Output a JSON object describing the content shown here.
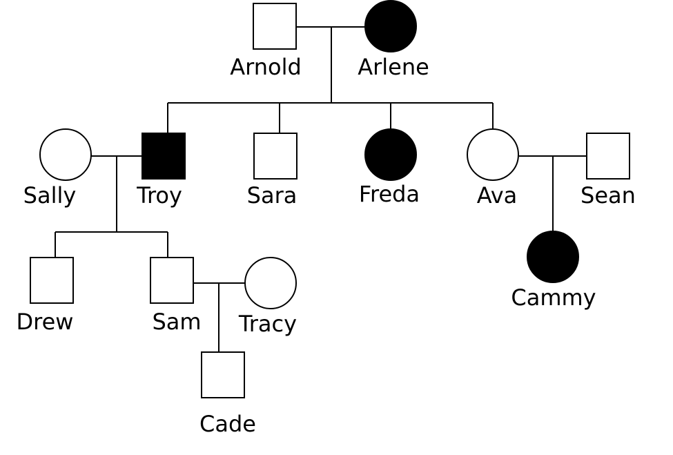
{
  "legend": {
    "affected_color": "#000000",
    "unaffected_color": "#ffffff"
  },
  "people": [
    {
      "id": "arnold",
      "name": "Arnold",
      "sex": "male",
      "affected": false
    },
    {
      "id": "arlene",
      "name": "Arlene",
      "sex": "female",
      "affected": true
    },
    {
      "id": "sally",
      "name": "Sally",
      "sex": "female",
      "affected": false
    },
    {
      "id": "troy",
      "name": "Troy",
      "sex": "male",
      "affected": true
    },
    {
      "id": "sara",
      "name": "Sara",
      "sex": "male",
      "affected": false
    },
    {
      "id": "freda",
      "name": "Freda",
      "sex": "female",
      "affected": true
    },
    {
      "id": "ava",
      "name": "Ava",
      "sex": "female",
      "affected": false
    },
    {
      "id": "sean",
      "name": "Sean",
      "sex": "male",
      "affected": false
    },
    {
      "id": "drew",
      "name": "Drew",
      "sex": "male",
      "affected": false
    },
    {
      "id": "sam",
      "name": "Sam",
      "sex": "male",
      "affected": false
    },
    {
      "id": "tracy",
      "name": "Tracy",
      "sex": "female",
      "affected": false
    },
    {
      "id": "cammy",
      "name": "Cammy",
      "sex": "female",
      "affected": true
    },
    {
      "id": "cade",
      "name": "Cade",
      "sex": "male",
      "affected": false
    }
  ],
  "couples": [
    {
      "partners": [
        "arnold",
        "arlene"
      ],
      "children": [
        "troy",
        "sara",
        "freda",
        "ava"
      ]
    },
    {
      "partners": [
        "sally",
        "troy"
      ],
      "children": [
        "drew",
        "sam"
      ]
    },
    {
      "partners": [
        "ava",
        "sean"
      ],
      "children": [
        "cammy"
      ]
    },
    {
      "partners": [
        "sam",
        "tracy"
      ],
      "children": [
        "cade"
      ]
    }
  ]
}
